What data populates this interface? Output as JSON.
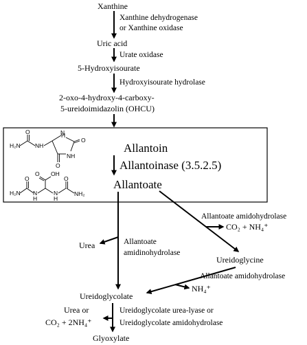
{
  "pathway": {
    "xanthine": "Xanthine",
    "enzyme_xdh_1": "Xanthine dehydrogenase",
    "enzyme_xdh_2": "or Xanthine oxidase",
    "uric_acid": "Uric acid",
    "enzyme_urate_oxidase": "Urate oxidase",
    "hiu": "5-Hydroxyisourate",
    "enzyme_hiu_hydrolase": "Hydroxyisourate hydrolase",
    "ohcu_1": "2-oxo-4-hydroxy-4-carboxy-",
    "ohcu_2": "5-ureidoimidazolin (OHCU)",
    "allantoin": "Allantoin",
    "allantoinase": "Allantoinase (3.5.2.5)",
    "allantoate": "Allantoate",
    "enzyme_amidohydrolase_1": "Allantoate amidohydrolase",
    "co2_nh4": "CO₂ + NH₄⁺",
    "urea": "Urea",
    "enzyme_amidinohydrolase_1": "Allantoate",
    "enzyme_amidinohydrolase_2": "amidinohydrolase",
    "ureidoglycine": "Ureidoglycine",
    "enzyme_amidohydrolase_2": "Allantoate amidohydrolase",
    "nh4": "NH₄⁺",
    "ureidoglycolate": "Ureidoglycolate",
    "urea_or": "Urea or",
    "co2_2nh4": "CO₂ + 2NH₄⁺",
    "enzyme_urea_lyase": "Ureidoglycolate urea-lyase or",
    "enzyme_ugly_amidohydrolase": "Ureidoglycolate amidohydrolase",
    "glyoxylate": "Glyoxylate"
  },
  "structures": {
    "h2n": "H₂N",
    "nh2": "NH₂",
    "o": "O",
    "nh": "NH",
    "h": "H",
    "n": "N",
    "oh": "OH"
  }
}
